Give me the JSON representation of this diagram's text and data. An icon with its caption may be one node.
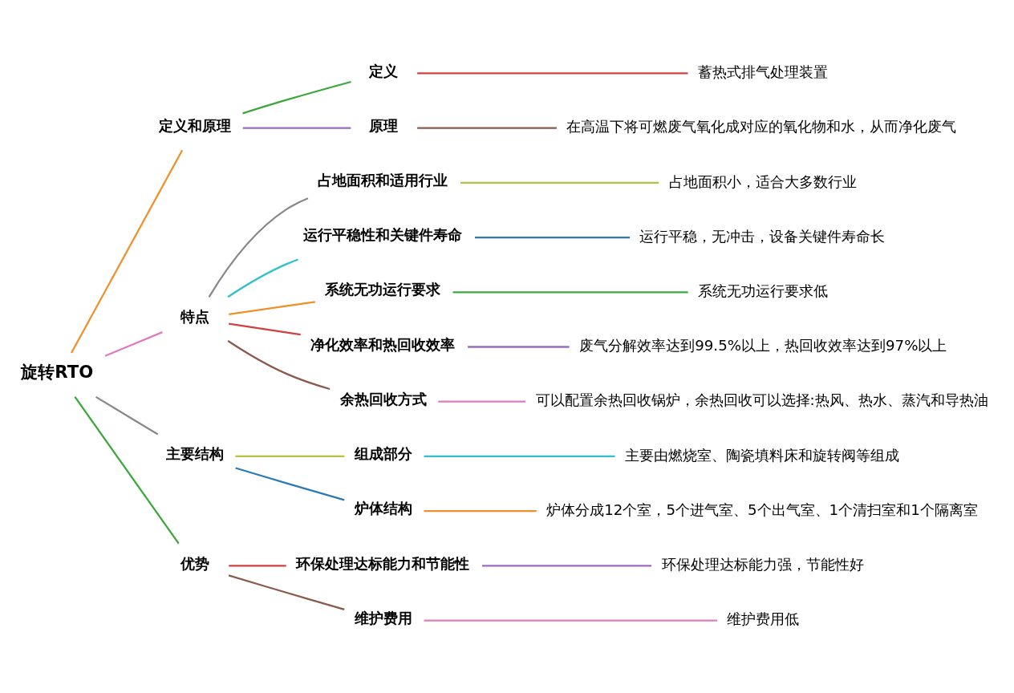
{
  "diagram": {
    "nodes": [
      {
        "text": [
          "旋转RTO"
        ]
      },
      {
        "text": [
          "定义和原理"
        ]
      },
      {
        "text": [
          "定义"
        ]
      },
      {
        "text": [
          "蓄热式排气处理装置"
        ]
      },
      {
        "text": [
          "原理"
        ]
      },
      {
        "text": [
          "在高温下将可燃废气氧化成对应的氧化物和水，从而净化废气"
        ]
      },
      {
        "text": [
          "特点"
        ]
      },
      {
        "text": [
          "占地面积和适用行业"
        ]
      },
      {
        "text": [
          "占地面积小，适合大多数行业"
        ]
      },
      {
        "text": [
          "运行平稳性和关键件寿命"
        ]
      },
      {
        "text": [
          "运行平稳，无冲击，设备关键件寿命长"
        ]
      },
      {
        "text": [
          "系统无功运行要求"
        ]
      },
      {
        "text": [
          "系统无功运行要求低"
        ]
      },
      {
        "text": [
          "净化效率和热回收效率"
        ]
      },
      {
        "text": [
          "废气分解效率达到99.5%以上，热回收效率达到97%以上"
        ]
      },
      {
        "text": [
          "余热回收方式"
        ]
      },
      {
        "text": [
          "可以配置余热回收锅炉，余热回收可以选择:热风、热水、蒸汽和导热油"
        ]
      },
      {
        "text": [
          "主要结构"
        ]
      },
      {
        "text": [
          "组成部分"
        ]
      },
      {
        "text": [
          "主要由燃烧室、陶瓷填料床和旋转阀等组成"
        ]
      },
      {
        "text": [
          "炉体结构"
        ]
      },
      {
        "text": [
          "炉体分成12个室，5个进气室、5个出气室、1个清扫室和1个隔离室"
        ]
      },
      {
        "text": [
          "优势"
        ]
      },
      {
        "text": [
          "环保处理达标能力和节能性"
        ]
      },
      {
        "text": [
          "环保处理达标能力强，节能性好"
        ]
      },
      {
        "text": [
          "维护费用"
        ]
      },
      {
        "text": [
          "维护费用低"
        ]
      }
    ],
    "edges": [
      {
        "from": 0,
        "to": 1,
        "arrow": "none",
        "color": "#f0902a"
      },
      {
        "from": 1,
        "to": 2,
        "arrow": "none",
        "color": "#3aa83a"
      },
      {
        "from": 2,
        "to": 3,
        "arrow": "none",
        "color": "#d04040"
      },
      {
        "from": 1,
        "to": 4,
        "arrow": "none",
        "color": "#9a6bbf"
      },
      {
        "from": 4,
        "to": 5,
        "arrow": "none",
        "color": "#8b5a4a"
      },
      {
        "from": 0,
        "to": 6,
        "arrow": "none",
        "color": "#e07ac0"
      },
      {
        "from": 6,
        "to": 7,
        "arrow": "none",
        "color": "#888888"
      },
      {
        "from": 7,
        "to": 8,
        "arrow": "none",
        "color": "#b8c040"
      },
      {
        "from": 6,
        "to": 9,
        "arrow": "none",
        "color": "#30c0cc"
      },
      {
        "from": 9,
        "to": 10,
        "arrow": "none",
        "color": "#2a7ab8"
      },
      {
        "from": 6,
        "to": 11,
        "arrow": "none",
        "color": "#f0902a"
      },
      {
        "from": 11,
        "to": 12,
        "arrow": "none",
        "color": "#3aa83a"
      },
      {
        "from": 6,
        "to": 13,
        "arrow": "none",
        "color": "#d04040"
      },
      {
        "from": 13,
        "to": 14,
        "arrow": "none",
        "color": "#9a6bbf"
      },
      {
        "from": 6,
        "to": 15,
        "arrow": "none",
        "color": "#8b5a4a"
      },
      {
        "from": 15,
        "to": 16,
        "arrow": "none",
        "color": "#e07ac0"
      },
      {
        "from": 0,
        "to": 17,
        "arrow": "none",
        "color": "#888888"
      },
      {
        "from": 17,
        "to": 18,
        "arrow": "none",
        "color": "#b8c040"
      },
      {
        "from": 18,
        "to": 19,
        "arrow": "none",
        "color": "#30c0cc"
      },
      {
        "from": 17,
        "to": 20,
        "arrow": "none",
        "color": "#2a7ab8"
      },
      {
        "from": 20,
        "to": 21,
        "arrow": "none",
        "color": "#f0902a"
      },
      {
        "from": 0,
        "to": 22,
        "arrow": "none",
        "color": "#3aa83a"
      },
      {
        "from": 22,
        "to": 23,
        "arrow": "none",
        "color": "#d04040"
      },
      {
        "from": 23,
        "to": 24,
        "arrow": "none",
        "color": "#9a6bbf"
      },
      {
        "from": 22,
        "to": 25,
        "arrow": "none",
        "color": "#8b5a4a"
      },
      {
        "from": 25,
        "to": 26,
        "arrow": "none",
        "color": "#e07ac0"
      }
    ]
  }
}
